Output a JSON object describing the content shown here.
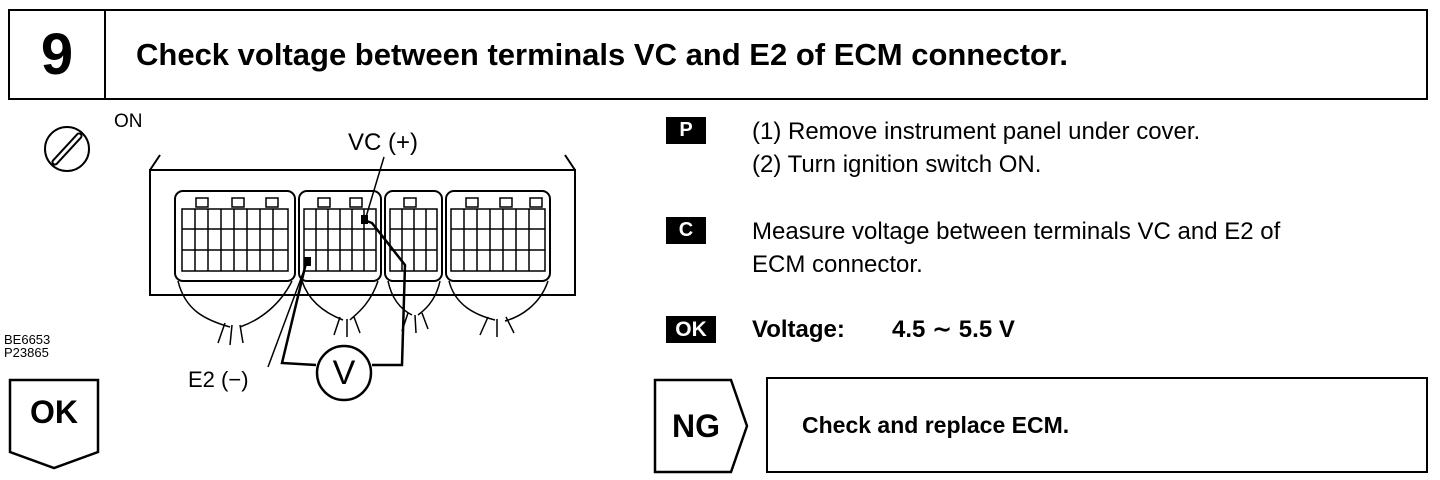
{
  "header": {
    "step_number": "9",
    "title": "Check voltage between terminals VC and E2 of ECM connector."
  },
  "diagram": {
    "ignition_label": "ON",
    "vc_label": "VC (+)",
    "e2_label": "E2 (−)",
    "meter_label": "V",
    "ref_codes": [
      "BE6653",
      "P23865"
    ]
  },
  "instructions": {
    "prep": {
      "badge": "P",
      "steps": [
        "(1) Remove instrument panel under cover.",
        "(2) Turn ignition switch ON."
      ]
    },
    "check": {
      "badge": "C",
      "lines": [
        "Measure voltage between terminals VC and E2 of",
        "ECM connector."
      ]
    },
    "ok_spec": {
      "badge": "OK",
      "label": "Voltage:",
      "value": "4.5 ∼ 5.5 V"
    }
  },
  "results": {
    "ok_label": "OK",
    "ng_label": "NG",
    "ng_action": "Check and replace ECM."
  }
}
